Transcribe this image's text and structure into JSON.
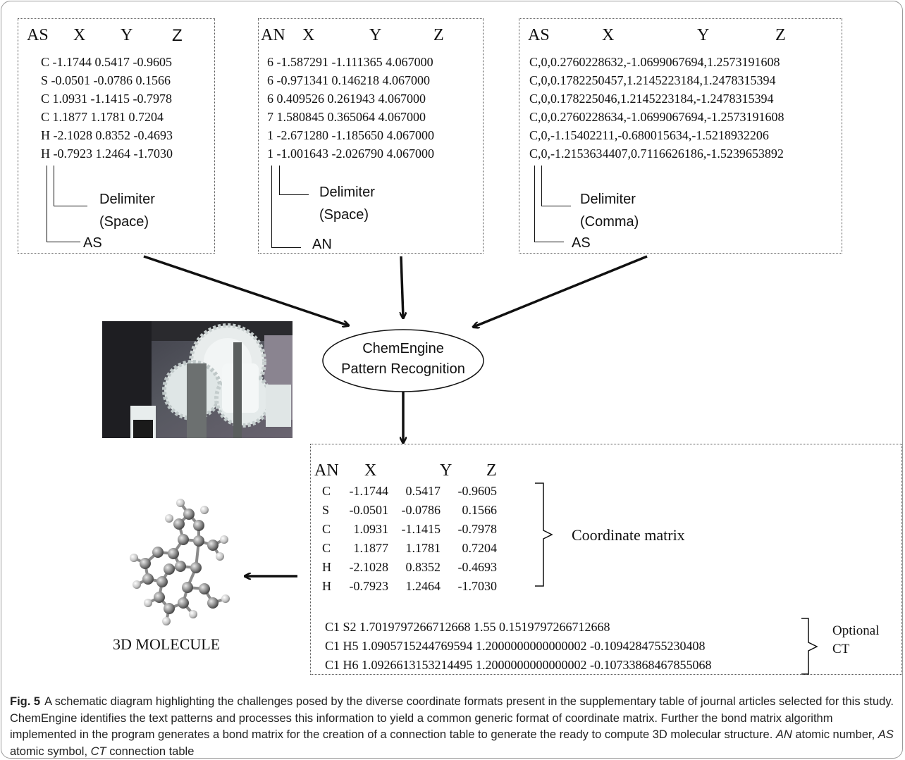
{
  "boxes": [
    {
      "header": [
        "AS",
        "X",
        "Y",
        "Z"
      ],
      "rows": [
        "C -1.1744 0.5417 -0.9605",
        "S -0.0501 -0.0786 0.1566",
        "C 1.0931 -1.1415 -0.7978",
        "C 1.1877 1.1781 0.7204",
        "H -2.1028 0.8352 -0.4693",
        "H -0.7923 1.2464 -1.7030"
      ],
      "delimiter_label": "Delimiter",
      "delimiter_type": "(Space)",
      "field_label": "AS"
    },
    {
      "header": [
        "AN",
        "X",
        "Y",
        "Z"
      ],
      "rows": [
        "6 -1.587291 -1.111365 4.067000",
        "6 -0.971341 0.146218 4.067000",
        "6 0.409526 0.261943 4.067000",
        "7 1.580845 0.365064 4.067000",
        "1 -2.671280 -1.185650 4.067000",
        "1 -1.001643 -2.026790 4.067000"
      ],
      "delimiter_label": "Delimiter",
      "delimiter_type": "(Space)",
      "field_label": "AN"
    },
    {
      "header": [
        "AS",
        "X",
        "Y",
        "Z"
      ],
      "rows": [
        "C,0,0.2760228632,-1.0699067694,1.2573191608",
        "C,0,0.1782250457,1.2145223184,1.2478315394",
        "C,0,0.178225046,1.2145223184,-1.2478315394",
        "C,0,0.2760228634,-1.0699067694,-1.2573191608",
        "C,0,-1.15402211,-0.680015634,-1.5218932206",
        "C,0,-1.2153634407,0.7116626186,-1.5239653892"
      ],
      "delimiter_label": "Delimiter",
      "delimiter_type": "(Comma)",
      "field_label": "AS"
    }
  ],
  "engine": {
    "line1": "ChemEngine",
    "line2": "Pattern Recognition"
  },
  "output": {
    "header": [
      "AN",
      "X",
      "Y",
      "Z"
    ],
    "matrix": [
      [
        "C",
        "-1.1744",
        "0.5417",
        "-0.9605"
      ],
      [
        "S",
        "-0.0501",
        "-0.0786",
        "0.1566"
      ],
      [
        "C",
        "1.0931",
        "-1.1415",
        "-0.7978"
      ],
      [
        "C",
        "1.1877",
        "1.1781",
        "0.7204"
      ],
      [
        "H",
        "-2.1028",
        "0.8352",
        "-0.4693"
      ],
      [
        "H",
        "-0.7923",
        "1.2464",
        "-1.7030"
      ]
    ],
    "matrix_label": "Coordinate matrix",
    "ct_rows": [
      "C1 S2 1.7019797266712668 1.55 0.1519797266712668",
      "C1 H5 1.0905715244769594 1.2000000000000002 -0.1094284755230408",
      "C1 H6 1.0926613153214495 1.2000000000000002 -0.10733868467855068"
    ],
    "ct_label_1": "Optional",
    "ct_label_2": "CT"
  },
  "molecule_label": "3D MOLECULE",
  "caption": {
    "fig": "Fig. 5",
    "text1": "A schematic diagram highlighting the challenges posed by the diverse coordinate formats present in the supplementary table of journal articles selected for this study. ChemEngine identifies the text patterns and processes this information to yield a common generic format of coordinate matrix. Further the bond matrix algorithm implemented in the program generates a bond matrix for the creation of a connection table to generate the ready to compute 3D molecular structure. ",
    "an": "AN",
    "an_text": " atomic number, ",
    "as": "AS",
    "as_text": " atomic symbol, ",
    "ct": "CT",
    "ct_text": " connection table"
  }
}
